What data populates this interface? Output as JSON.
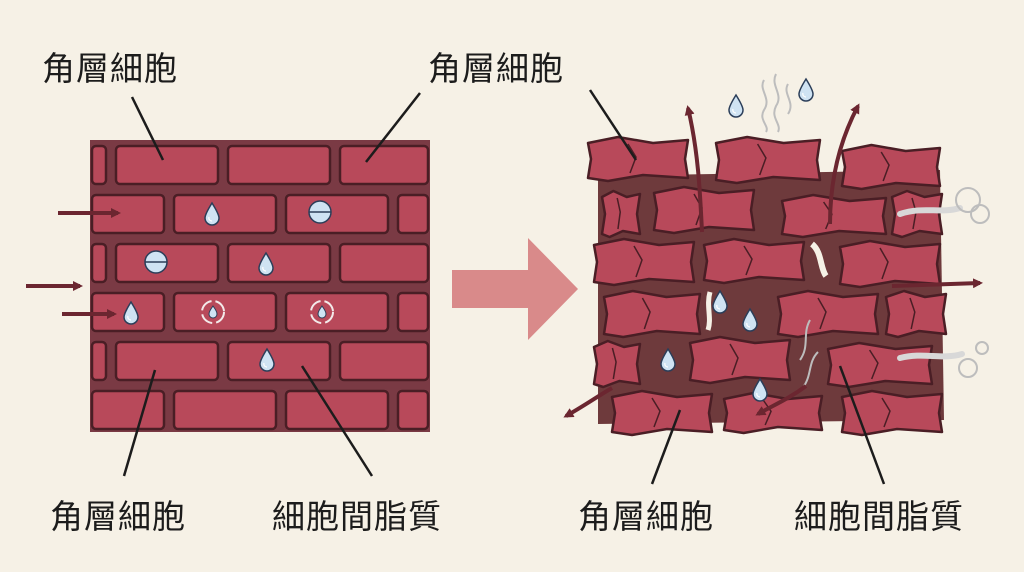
{
  "labels": {
    "healthy_top_left": "角層細胞",
    "healthy_bottom_left": "角層細胞",
    "healthy_bottom_right": "細胞間脂質",
    "damaged_top": "角層細胞",
    "damaged_bottom_left": "角層細胞",
    "damaged_bottom_right": "細胞間脂質"
  },
  "colors": {
    "background": "#f6f1e6",
    "brick": "#b8495a",
    "brick_outline": "#4a1e25",
    "mortar": "#7a3a44",
    "lipid_gap": "#6e3a3c",
    "water_drop": "#cfe3f3",
    "arrow": "#6b2630",
    "transition_arrow": "#d98a8a",
    "steam": "#bdbdbd"
  }
}
